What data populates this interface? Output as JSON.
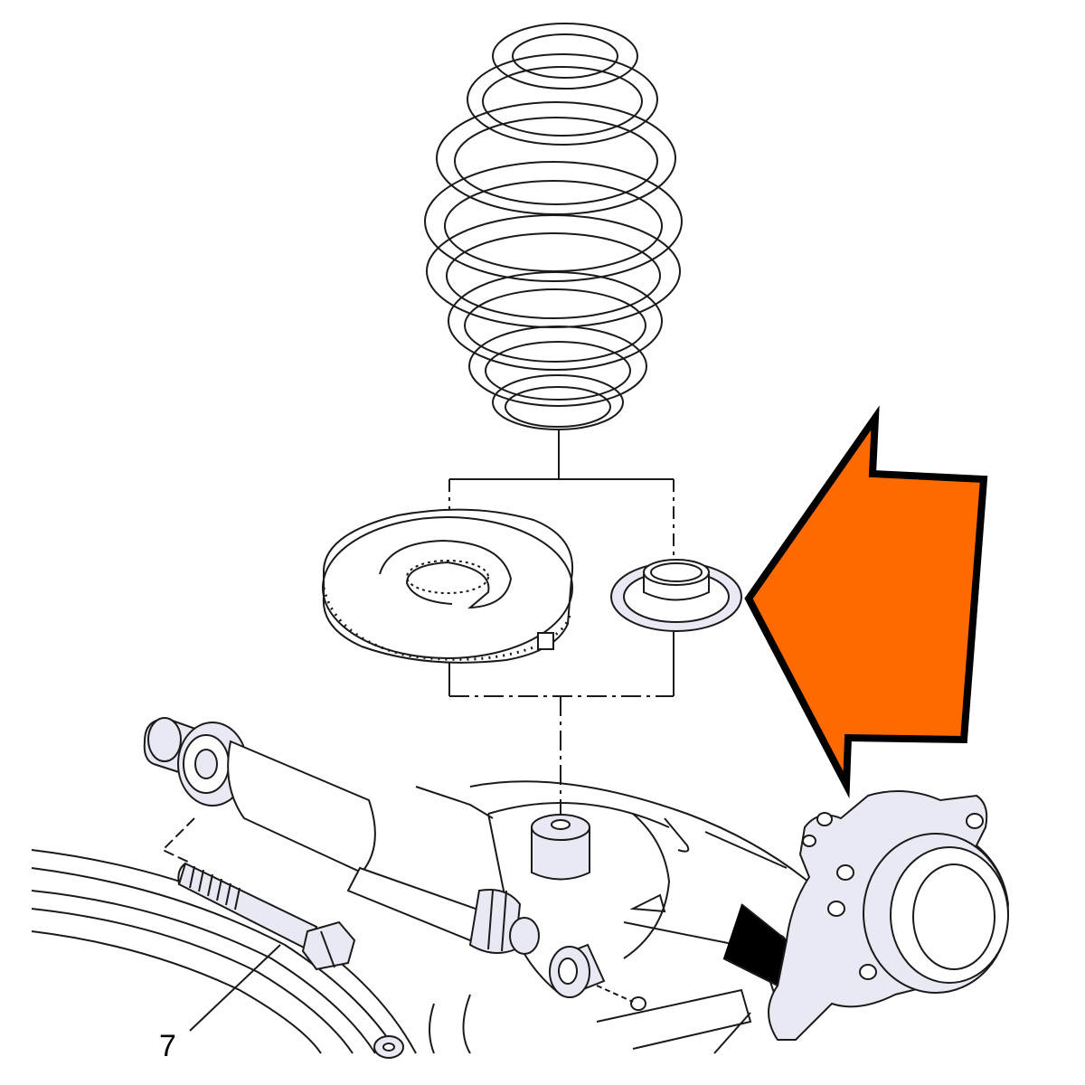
{
  "diagram": {
    "callouts": [
      {
        "label": "7"
      }
    ],
    "parts": [
      {
        "name": "coil-spring"
      },
      {
        "name": "spring-seat-pad"
      },
      {
        "name": "spring-seat-bushing"
      },
      {
        "name": "shock-absorber"
      },
      {
        "name": "bolt"
      },
      {
        "name": "axle-beam"
      },
      {
        "name": "wheel-hub-carrier"
      }
    ],
    "highlight": {
      "indicator": "arrow",
      "color": "#ff6a00",
      "outline": "#000000"
    },
    "colors": {
      "line": "#1a1a1a",
      "part_fill": "#e9e9f4",
      "background": "#ffffff"
    }
  }
}
